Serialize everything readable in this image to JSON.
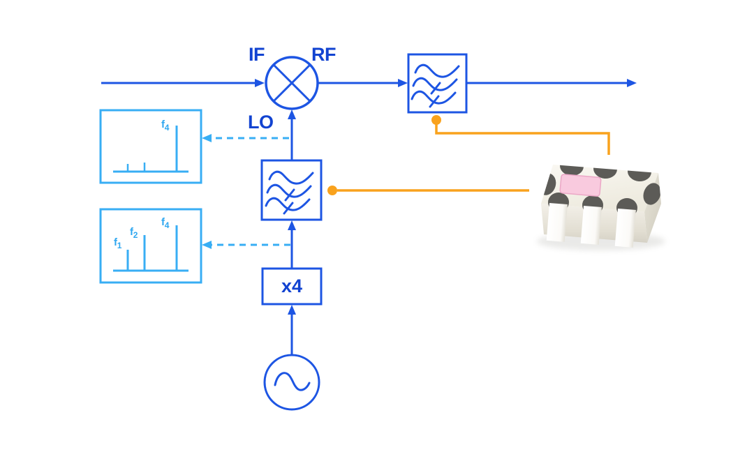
{
  "colors": {
    "line_blue": "#1d55e3",
    "text_blue": "#1243d1",
    "light_blue": "#38aef4",
    "orange": "#f9a21d",
    "chip_body": "#f4f1e9",
    "chip_contact": "#5c5b57",
    "chip_marking_pink": "#f9cade"
  },
  "blocks": {
    "mixer": {
      "if": "IF",
      "rf": "RF",
      "lo": "LO"
    },
    "multiplier": {
      "label": "x4"
    }
  },
  "icons": {
    "mixer": "multiplier-cross-circle",
    "oscillator": "sine-source",
    "filters": "bandpass-wave-symbol"
  },
  "spectra": {
    "filtered": {
      "spikes": [
        {
          "base": "f",
          "sub": "4",
          "height": 66
        }
      ],
      "minor_ticks": [
        11,
        13
      ]
    },
    "harmonics": {
      "spikes": [
        {
          "base": "f",
          "sub": "1",
          "height": 30
        },
        {
          "base": "f",
          "sub": "2",
          "height": 51
        },
        {
          "base": "f",
          "sub": "4",
          "height": 65
        }
      ]
    }
  }
}
